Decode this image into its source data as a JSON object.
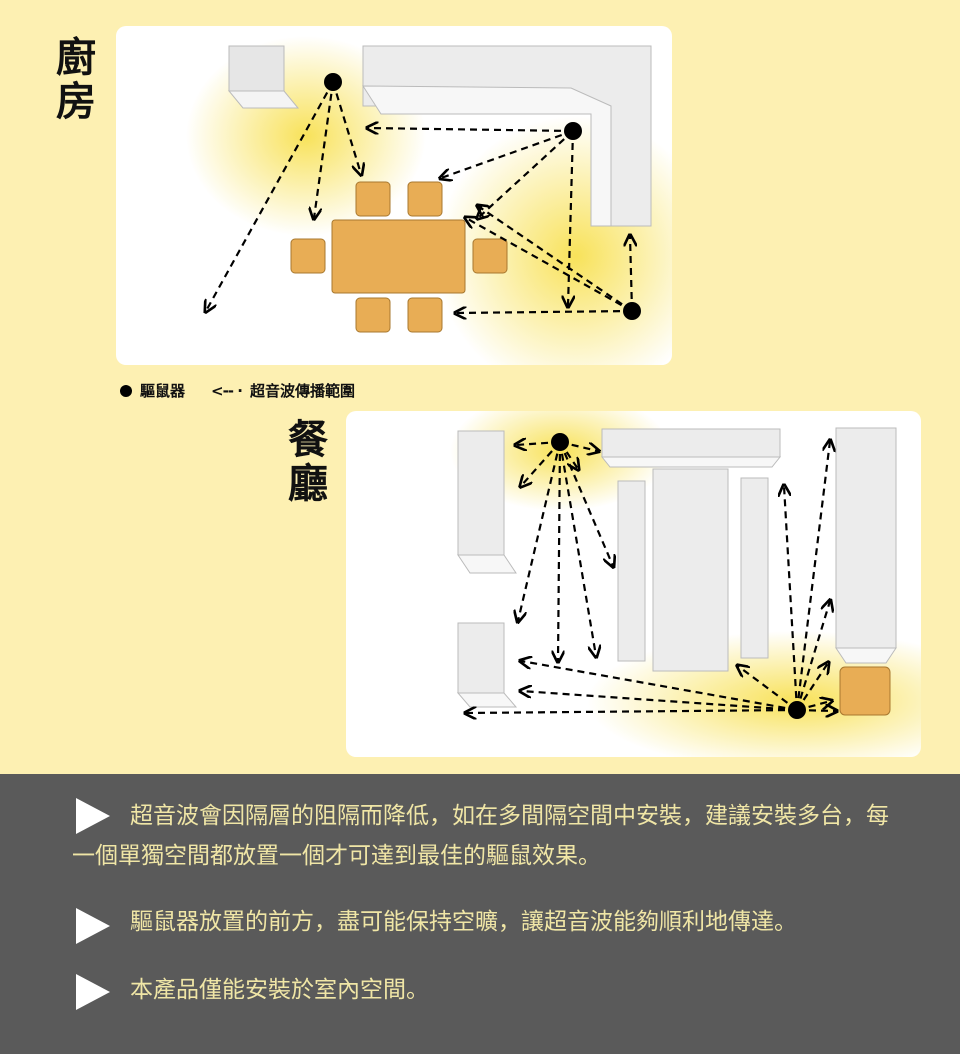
{
  "rooms": {
    "kitchen": "廚房",
    "dining": "餐廳"
  },
  "legend": {
    "sensor": "驅鼠器",
    "range": "超音波傳播範圍"
  },
  "notes": [
    "超音波會因隔層的阻隔而降低，如在多間隔空間中安裝，建議安裝多台，每一個單獨空間都放置一個才可達到最佳的驅鼠效果。",
    "驅鼠器放置的前方，盡可能保持空曠，讓超音波能夠順利地傳達。",
    "本產品僅能安裝於室內空間。"
  ],
  "colors": {
    "background": "#fdf0b2",
    "notes_bg": "#5a5a5a",
    "notes_text": "#f0e6a6",
    "furniture": "#e8ad55",
    "glow": "#f8e25a"
  }
}
